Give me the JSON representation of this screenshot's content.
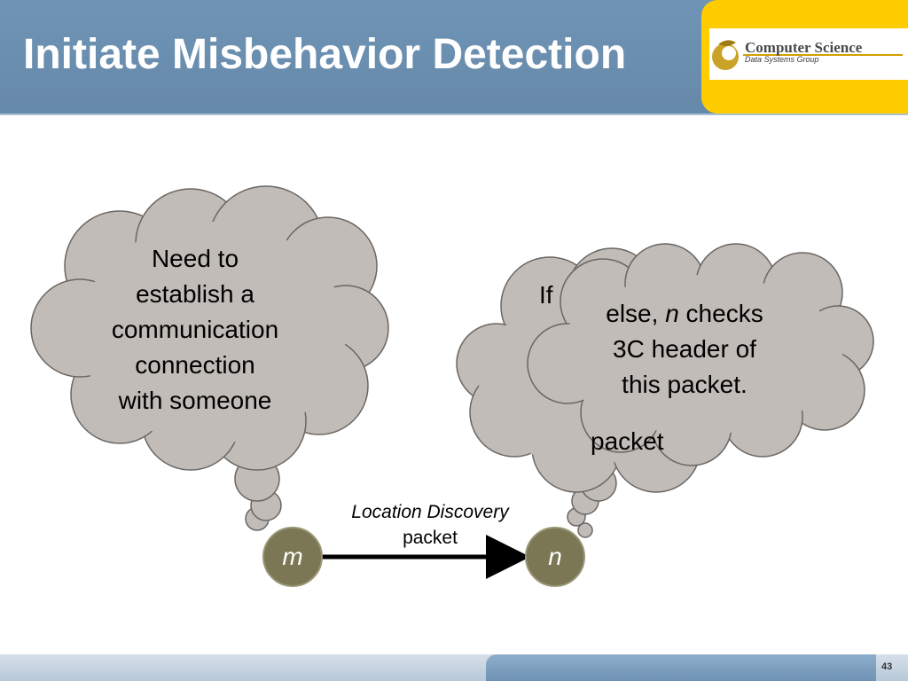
{
  "slide": {
    "title": "Initiate Misbehavior Detection",
    "page_number": "43"
  },
  "logo": {
    "main": "Computer Science",
    "sub": "Data Systems Group"
  },
  "clouds": {
    "m_thought": [
      "Need to",
      "establish a",
      "communication",
      "connection",
      "with someone"
    ],
    "n_back_partial": [
      "If",
      "packet"
    ],
    "n_front": [
      "else, ",
      "n",
      " checks",
      "3C header of",
      "this packet."
    ]
  },
  "arrow": {
    "label_line1": "Location Discovery",
    "label_line2": "packet"
  },
  "nodes": {
    "m": "m",
    "n": "n"
  },
  "colors": {
    "header": "#6f94b5",
    "logo_bg": "#ffcc00",
    "cloud_fill": "#c1bcb7",
    "cloud_stroke": "#6a6663",
    "node_fill": "#7b7755"
  }
}
